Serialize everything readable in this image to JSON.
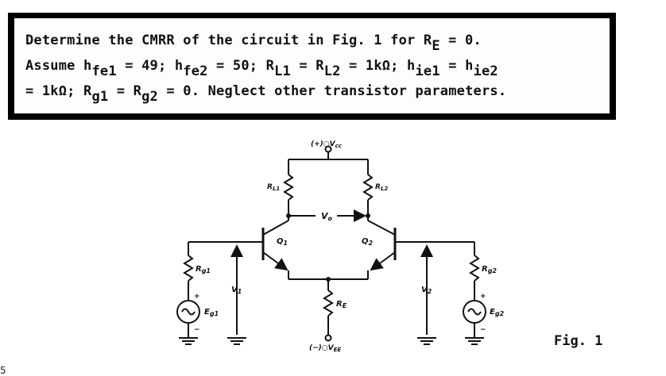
{
  "problem": {
    "line1": {
      "pre": "Determine the CMRR of the circuit in Fig. 1 for R",
      "sub": "E",
      "post": " = 0."
    },
    "line2": {
      "t1": "Assume h",
      "s1": "fe1",
      "t2": " = 49; h",
      "s2": "fe2",
      "t3": " = 50; R",
      "s3": "L1",
      "t4": " = R",
      "s4": "L2",
      "t5": " = 1kΩ; h",
      "s5": "ie1",
      "t6": " = h",
      "s6": "ie2"
    },
    "line3": {
      "t1": "= 1kΩ; R",
      "s1": "g1",
      "t2": " = R",
      "s2": "g2",
      "t3": " = 0.  Neglect other transistor parameters."
    }
  },
  "circuit": {
    "vcc": "(+)○V",
    "vcc_sub": "cc",
    "vee": "(−)○V",
    "vee_sub": "EE",
    "rl1": "R",
    "rl1_sub": "L1",
    "rl2": "R",
    "rl2_sub": "L2",
    "vo": "V",
    "vo_sub": "o",
    "q1": "Q",
    "q1_sub": "1",
    "q2": "Q",
    "q2_sub": "2",
    "rg1": "R",
    "rg1_sub": "g1",
    "rg2": "R",
    "rg2_sub": "g2",
    "re": "R",
    "re_sub": "E",
    "v1": "V",
    "v1_sub": "1",
    "v2": "V",
    "v2_sub": "2",
    "eg1": "E",
    "eg1_sub": "g1",
    "eg2": "E",
    "eg2_sub": "g2",
    "plus": "+",
    "minus": "−"
  },
  "figure_caption": "Fig. 1",
  "stray_mark": "5"
}
